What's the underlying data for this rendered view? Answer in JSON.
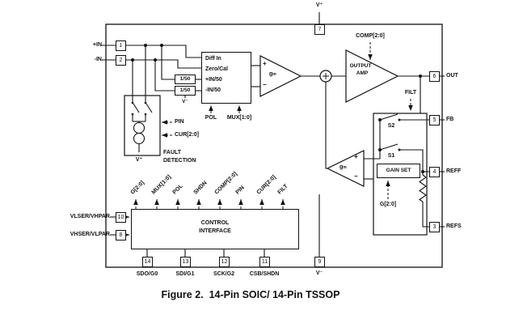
{
  "figure": {
    "caption": "Figure 2.  14-Pin SOIC/ 14-Pin TSSOP"
  },
  "supplies": {
    "top": "V⁺",
    "bottom": "V⁻",
    "fault": "V⁺",
    "divider": "V⁻"
  },
  "pins": {
    "in_p": {
      "num": "1",
      "label": "+IN"
    },
    "in_n": {
      "num": "2",
      "label": "-IN"
    },
    "vlser": {
      "num": "10",
      "label": "VLSER/VHPAR"
    },
    "vhser": {
      "num": "8",
      "label": "VHSER/VLPAR"
    },
    "vplus": {
      "num": "7"
    },
    "vminus": {
      "num": "9"
    },
    "out": {
      "num": "6",
      "label": "OUT"
    },
    "fb": {
      "num": "5",
      "label": "FB"
    },
    "reff": {
      "num": "4",
      "label": "REFF"
    },
    "refs": {
      "num": "3",
      "label": "REFS"
    },
    "sdo": {
      "num": "14",
      "label": "SDO/G0"
    },
    "sdi": {
      "num": "13",
      "label": "SDI/G1"
    },
    "sck": {
      "num": "12",
      "label": "SCK/G2"
    },
    "csb": {
      "num": "11",
      "label": "CSB/SHDN"
    }
  },
  "blocks": {
    "diff_rows": [
      "Diff In",
      "Zero/Cal",
      "+IN/50",
      "-IN/50"
    ],
    "divider1": "1/50",
    "divider2": "1/50",
    "gm_g": "g",
    "gm_m": "m",
    "output_amp_line1": "OUTPUT",
    "output_amp_line2": "AMP",
    "control_line1": "CONTROL",
    "control_line2": "INTERFACE",
    "fault_line1": "FAULT",
    "fault_line2": "DETECTION",
    "gain_set": "GAIN SET",
    "s1": "S1",
    "s2": "S2"
  },
  "signals": {
    "comp": "COMP[2:0]",
    "filt": "FILT",
    "pol": "POL",
    "mux": "MUX[1:0]",
    "pin": "PIN",
    "cur": "CUR[2:0]",
    "gain": "G[2:0]"
  },
  "control_bus": [
    "G[2:0]",
    "MUX[1:0]",
    "POL",
    "SHDN",
    "COMP[2:0]",
    "PIN",
    "CUR[2:0]",
    "FILT"
  ],
  "marks": {
    "plus": "+",
    "minus": "−"
  }
}
